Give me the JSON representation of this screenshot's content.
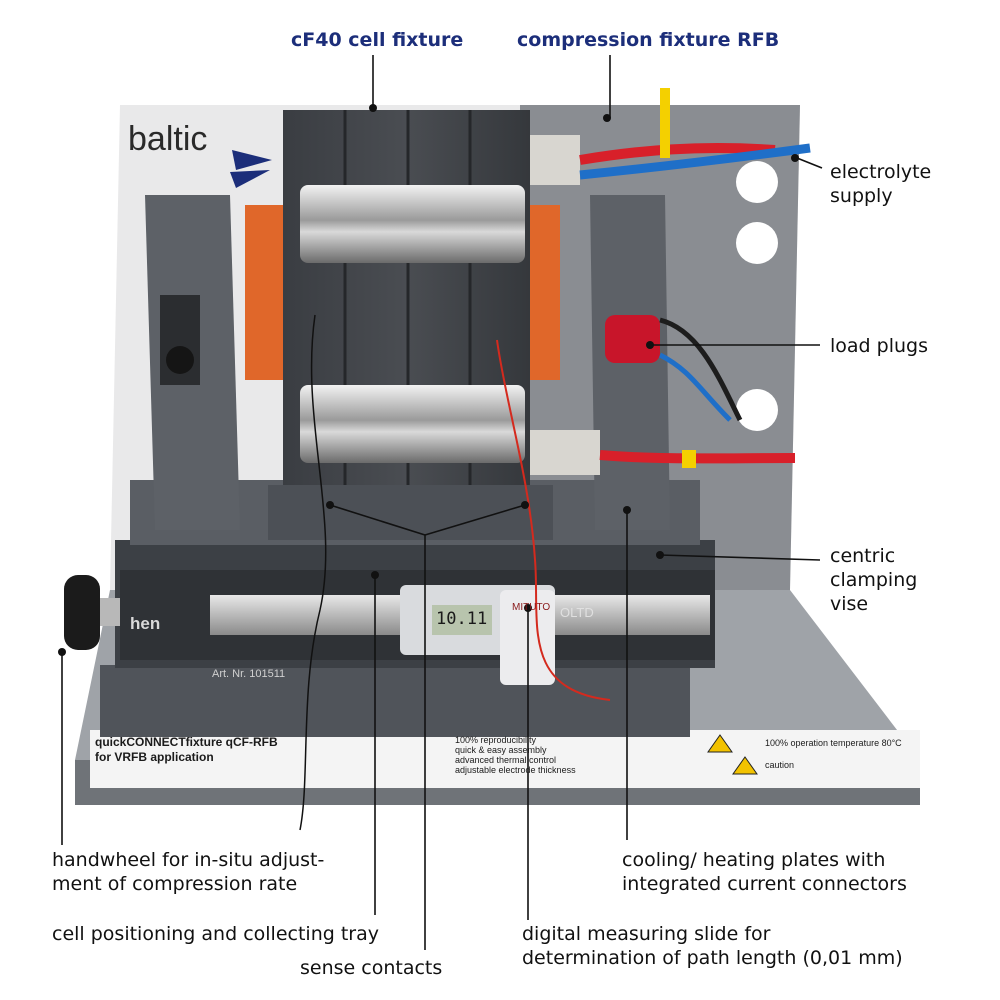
{
  "labels": {
    "cell_fixture": "cF40 cell fixture",
    "compression_fixture": "compression fixture RFB",
    "electrolyte_supply": [
      "electrolyte",
      "supply"
    ],
    "load_plugs": "load plugs",
    "centric_vise": [
      "centric",
      "clamping",
      "vise"
    ],
    "handwheel": [
      "handwheel for in-situ adjust-",
      "ment of compression rate"
    ],
    "cooling_plates": [
      "cooling/ heating plates with",
      "integrated current connectors"
    ],
    "tray": "cell positioning and collecting tray",
    "digital_slide": [
      "digital measuring slide for",
      "determination of path length (0,01 mm)"
    ],
    "sense_contacts": "sense contacts"
  },
  "device": {
    "brand": "baltic",
    "side_brand": "hen",
    "art_no": "Art. Nr. 101511",
    "display": "10.11",
    "caliper_brand": "MITUTO",
    "caliper_code": "OLTD",
    "plate_title": [
      "quickCONNECTfixture qCF-RFB",
      "for VRFB application"
    ],
    "plate_bullets": [
      "100% reproducibility",
      "quick & easy assembly",
      "advanced thermal control",
      "adjustable electrode thickness"
    ],
    "warnings": [
      "100% operation temperature 80°C",
      "caution"
    ]
  },
  "colors": {
    "label_top": "#1c2e7a",
    "gasket": "#e0672a",
    "plug": "#c8152a",
    "tube_blue": "#1f6fc8",
    "tube_red": "#d8202a"
  }
}
